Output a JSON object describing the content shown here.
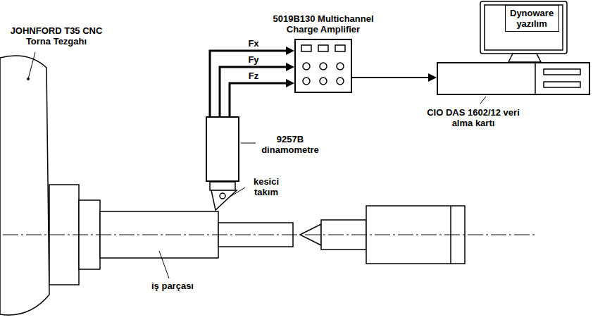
{
  "diagram": {
    "nodes": [
      {
        "text": [
          "5019B130 Multichannel Charge Amplifier"
        ]
      },
      {
        "text": [
          "Dynoware yazılım"
        ]
      },
      {
        "text": [
          "CIO DAS 1602/12 veri alma kartı"
        ]
      },
      {
        "text": [
          "9257B dinamometre"
        ]
      }
    ],
    "edges": [
      {
        "from": 3,
        "to": 0,
        "label": "Fx",
        "arrow": "to"
      },
      {
        "from": 3,
        "to": 0,
        "label": "Fy",
        "arrow": "to"
      },
      {
        "from": 3,
        "to": 0,
        "label": "Fz",
        "arrow": "to"
      },
      {
        "from": 0,
        "to": 2,
        "arrow": "to"
      }
    ],
    "labels": [
      "JOHNFORD T35 CNC Torna Tezgahı",
      "kesici takım",
      "iş parçası"
    ]
  }
}
